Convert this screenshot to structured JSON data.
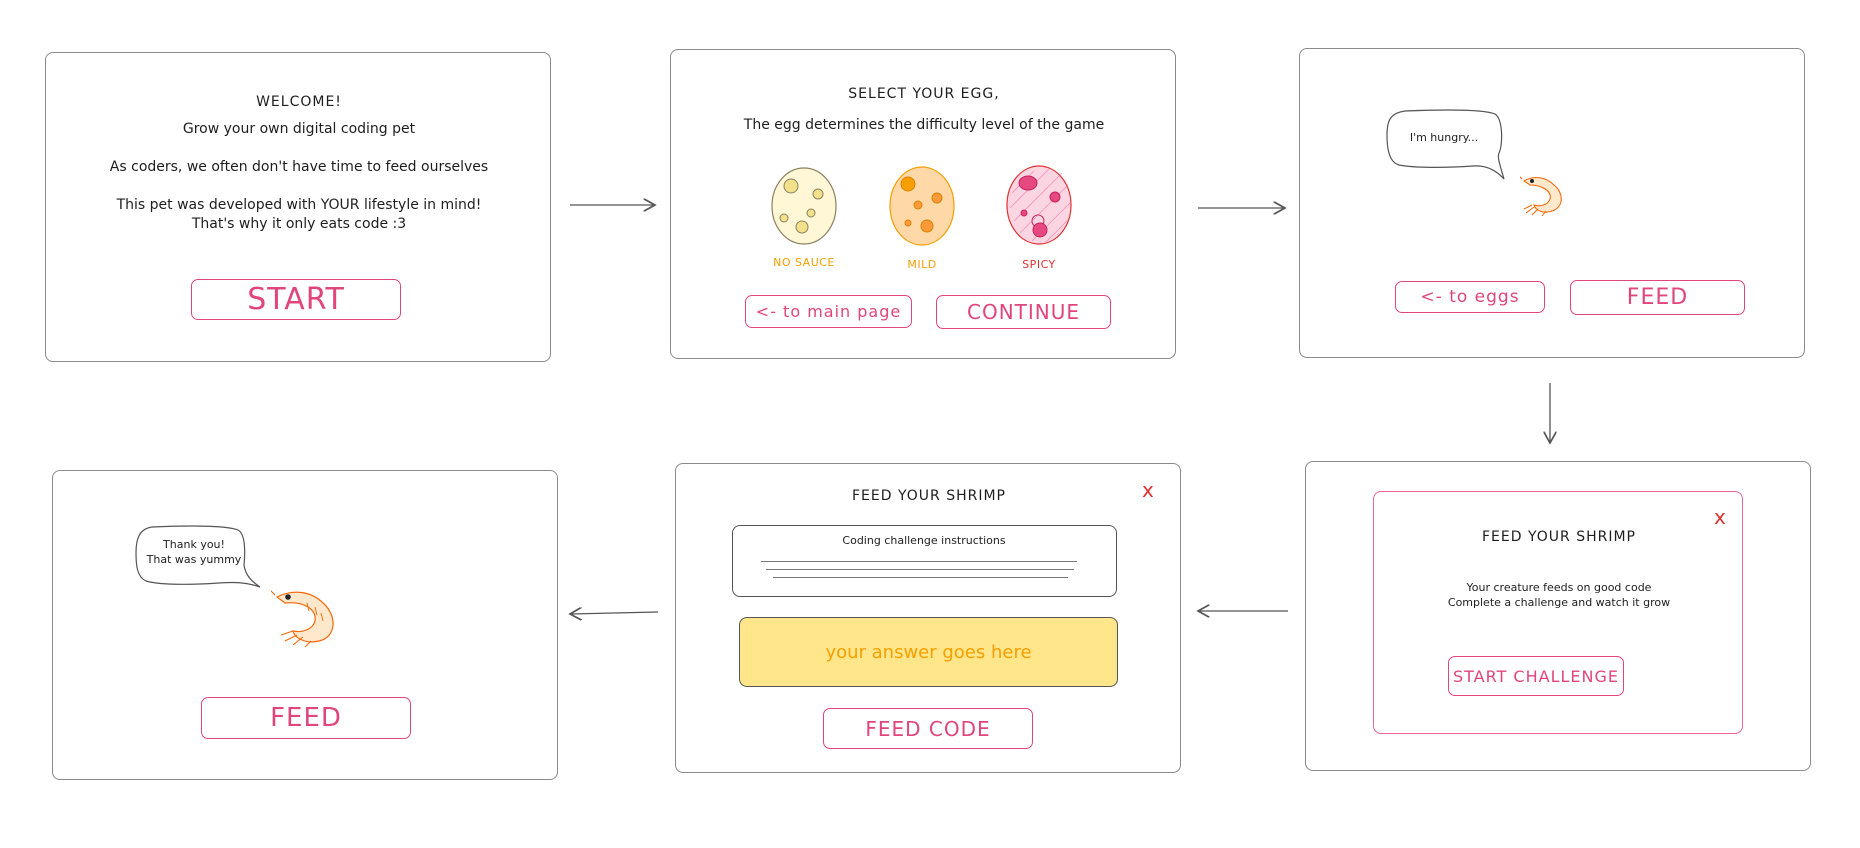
{
  "colors": {
    "pink": "#e0467c",
    "orange": "#f59f00",
    "red": "#e03131",
    "answer_fill": "#ffe68a",
    "frame_border": "#8a8a8a"
  },
  "screen1": {
    "title": "WELCOME!",
    "line1": "Grow your own digital coding pet",
    "line2": "As coders, we often don't have time to feed ourselves",
    "line3": "This pet was developed with YOUR lifestyle in mind!",
    "line4": "That's why it only eats code :3",
    "start_button": "START"
  },
  "screen2": {
    "title": "SELECT YOUR EGG,",
    "subtitle": "The egg determines the difficulty level of the game",
    "eggs": [
      {
        "label": "NO SAUCE",
        "icon": "pale-egg-icon"
      },
      {
        "label": "MILD",
        "icon": "orange-egg-icon"
      },
      {
        "label": "SPICY",
        "icon": "pink-egg-icon"
      }
    ],
    "back_button": "<- to main page",
    "continue_button": "CONTINUE"
  },
  "screen3": {
    "bubble_text": "I'm hungry...",
    "back_button": "<- to eggs",
    "feed_button": "FEED"
  },
  "screen4": {
    "title": "FEED YOUR SHRIMP",
    "line1": "Your creature feeds on good code",
    "line2": "Complete a challenge and watch it grow",
    "start_button": "START CHALLENGE",
    "close_glyph": "x"
  },
  "screen5": {
    "title": "FEED YOUR SHRIMP",
    "instructions_title": "Coding challenge instructions",
    "answer_placeholder": "your answer goes here",
    "feed_button": "FEED CODE",
    "close_glyph": "x"
  },
  "screen6": {
    "bubble_line1": "Thank you!",
    "bubble_line2": "That was yummy",
    "feed_button": "FEED"
  }
}
